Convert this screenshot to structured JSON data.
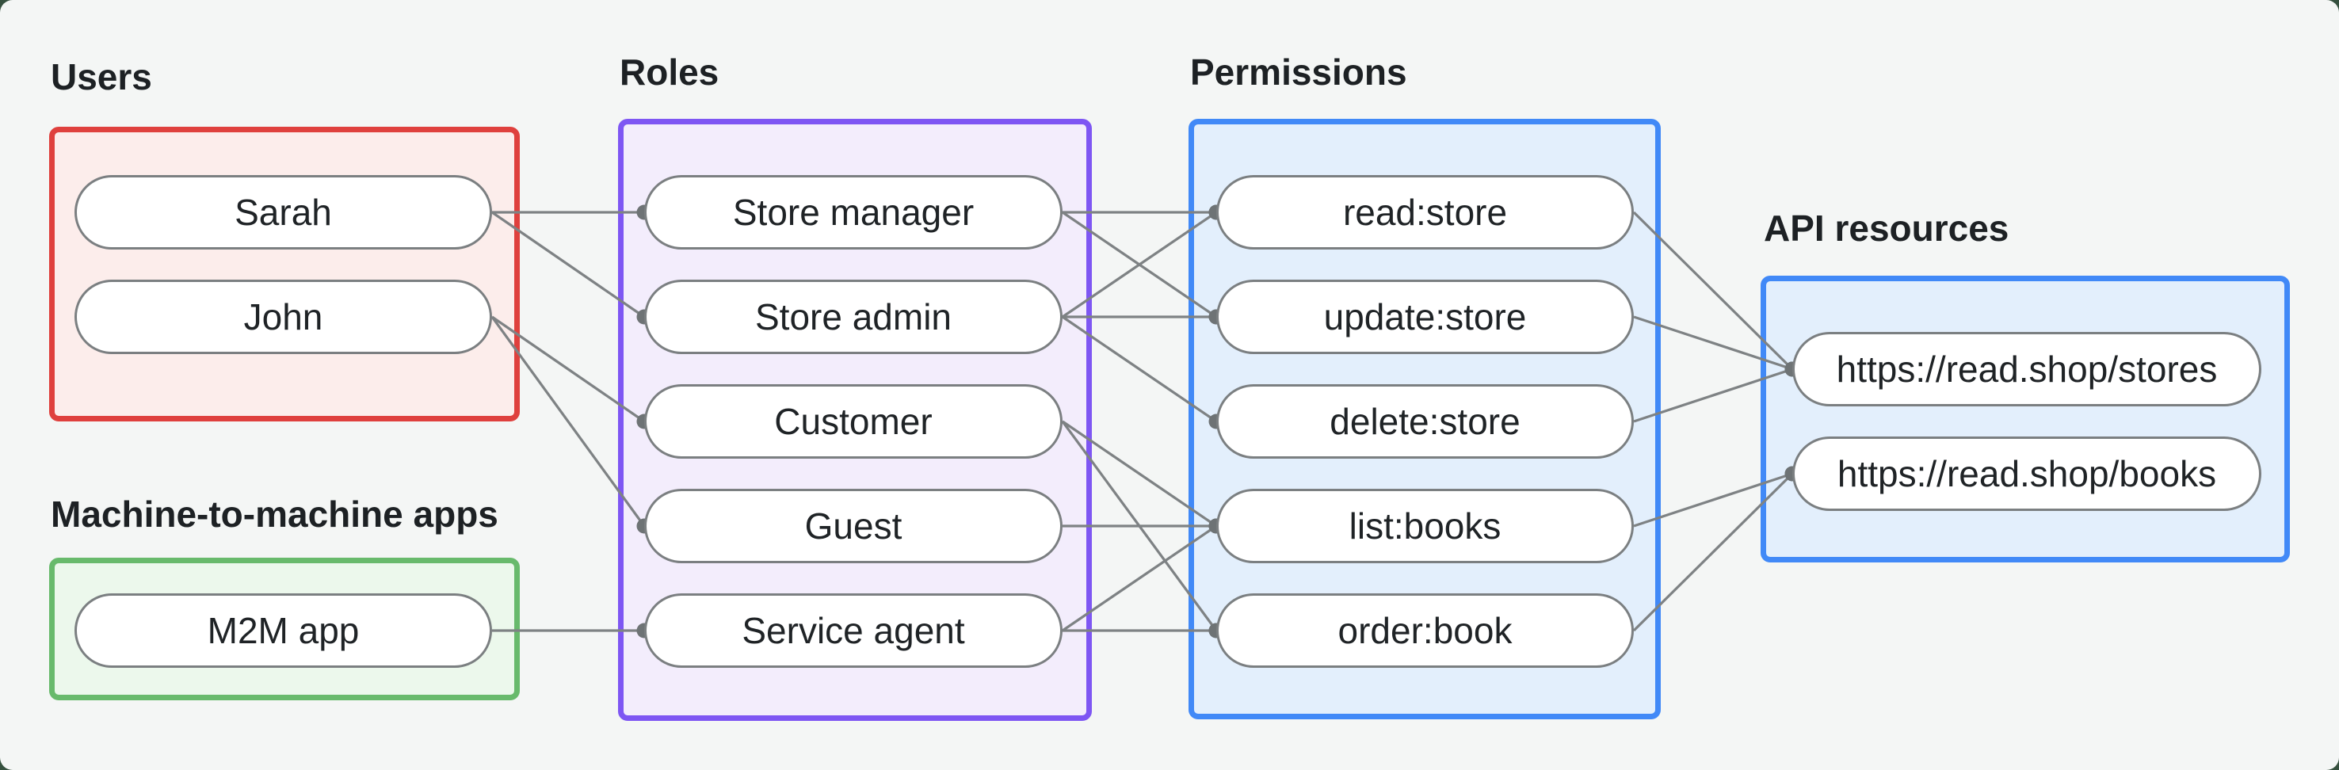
{
  "diagram": {
    "colors": {
      "background": "#f4f6f5",
      "outside": "#36513f",
      "users_border": "#df403d",
      "users_fill": "#fcedeb",
      "m2m_border": "#68ba6c",
      "m2m_fill": "#ecf8ec",
      "roles_border": "#7e56f3",
      "roles_fill": "#f3edfc",
      "blue_border": "#4189f7",
      "blue_fill": "#e3effc",
      "pill_border": "#7b7f81",
      "line": "#7e8284",
      "dot": "#6e7375",
      "text": "#1f2326"
    },
    "groups": [
      {
        "id": "users",
        "title": "Users",
        "nodes": [
          {
            "id": "sarah",
            "label": "Sarah"
          },
          {
            "id": "john",
            "label": "John"
          }
        ]
      },
      {
        "id": "m2m",
        "title": "Machine-to-machine apps",
        "nodes": [
          {
            "id": "m2m-app",
            "label": "M2M app"
          }
        ]
      },
      {
        "id": "roles",
        "title": "Roles",
        "nodes": [
          {
            "id": "store-manager",
            "label": "Store manager"
          },
          {
            "id": "store-admin",
            "label": "Store admin"
          },
          {
            "id": "customer",
            "label": "Customer"
          },
          {
            "id": "guest",
            "label": "Guest"
          },
          {
            "id": "service-agent",
            "label": "Service agent"
          }
        ]
      },
      {
        "id": "permissions",
        "title": "Permissions",
        "nodes": [
          {
            "id": "read-store",
            "label": "read:store"
          },
          {
            "id": "update-store",
            "label": "update:store"
          },
          {
            "id": "delete-store",
            "label": "delete:store"
          },
          {
            "id": "list-books",
            "label": "list:books"
          },
          {
            "id": "order-book",
            "label": "order:book"
          }
        ]
      },
      {
        "id": "api",
        "title": "API resources",
        "nodes": [
          {
            "id": "stores-api",
            "label": "https://read.shop/stores"
          },
          {
            "id": "books-api",
            "label": "https://read.shop/books"
          }
        ]
      }
    ],
    "edges": [
      [
        "sarah",
        "store-manager"
      ],
      [
        "sarah",
        "store-admin"
      ],
      [
        "john",
        "customer"
      ],
      [
        "john",
        "guest"
      ],
      [
        "m2m-app",
        "service-agent"
      ],
      [
        "store-manager",
        "read-store"
      ],
      [
        "store-manager",
        "update-store"
      ],
      [
        "store-admin",
        "read-store"
      ],
      [
        "store-admin",
        "update-store"
      ],
      [
        "store-admin",
        "delete-store"
      ],
      [
        "customer",
        "list-books"
      ],
      [
        "customer",
        "order-book"
      ],
      [
        "guest",
        "list-books"
      ],
      [
        "service-agent",
        "list-books"
      ],
      [
        "service-agent",
        "order-book"
      ],
      [
        "read-store",
        "stores-api"
      ],
      [
        "update-store",
        "stores-api"
      ],
      [
        "delete-store",
        "stores-api"
      ],
      [
        "list-books",
        "books-api"
      ],
      [
        "order-book",
        "books-api"
      ]
    ]
  }
}
